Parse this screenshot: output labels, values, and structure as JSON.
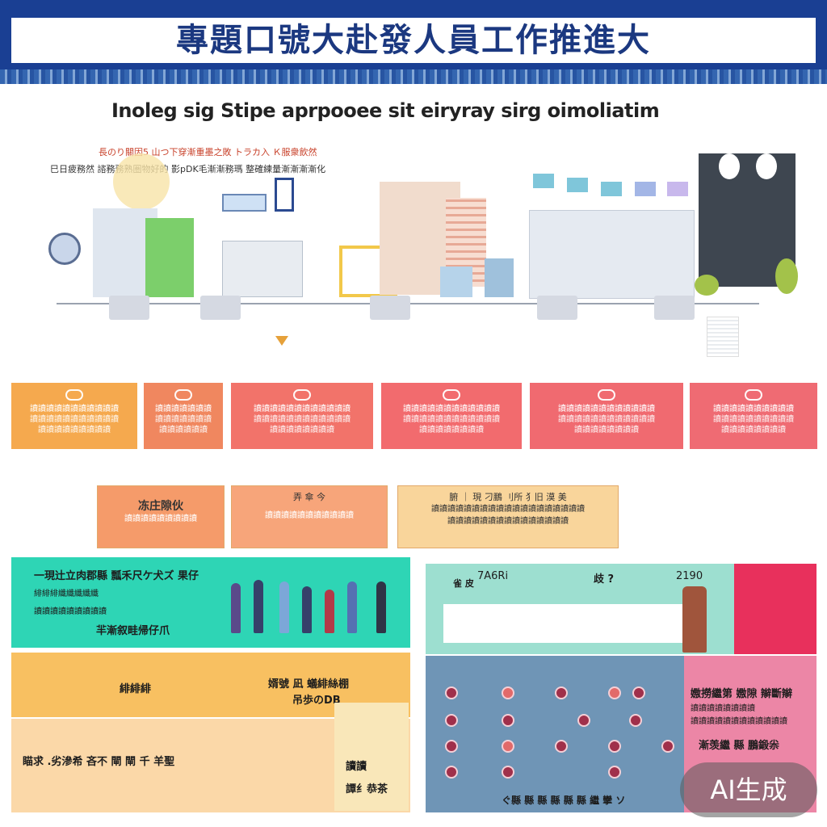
{
  "header": {
    "title": "專題口號大赴發人員工作推進大",
    "accent": "#1a3f93"
  },
  "subtitle": "Inoleg sig Stipe aprpooee sit eiryray sirg oimoliatim",
  "captions": {
    "red": "長のり關因5  山つ下穿漸重墨之敗  トラカ入  Ｋ服衆飲然",
    "dark": "巳日疲務然  諮務務熟圏物好的 影pDK毛漸漸務瑪  整確練量漸漸漸漸化"
  },
  "cards_row1": [
    {
      "color": "#f5a94e",
      "l1": "讀讀讀讀讀讀讀讀讀讀讀",
      "l2": "讀讀讀讀讀讀讀讀讀讀讀",
      "l3": "讀讀讀讀讀讀讀讀讀"
    },
    {
      "color": "#f0875f",
      "l1": "讀讀讀讀讀讀讀",
      "l2": "讀讀讀讀讀讀讀",
      "l3": "讀讀讀讀讀讀"
    },
    {
      "color": "#f2736a",
      "l1": "讀讀讀讀讀讀讀讀讀讀讀讀",
      "l2": "讀讀讀讀讀讀讀讀讀讀讀讀",
      "l3": "讀讀讀讀讀讀讀讀"
    },
    {
      "color": "#f26b6e",
      "l1": "讀讀讀讀讀讀讀讀讀讀讀讀",
      "l2": "讀讀讀讀讀讀讀讀讀讀讀讀",
      "l3": "讀讀讀讀讀讀讀讀"
    },
    {
      "color": "#f06a70",
      "l1": "讀讀讀讀讀讀讀讀讀讀讀讀",
      "l2": "讀讀讀讀讀讀讀讀讀讀讀讀",
      "l3": "讀讀讀讀讀讀讀讀"
    },
    {
      "color": "#ef6b73",
      "l1": "讀讀讀讀讀讀讀讀讀讀",
      "l2": "讀讀讀讀讀讀讀讀讀讀",
      "l3": "讀讀讀讀讀讀讀讀"
    }
  ],
  "cards_row2": [
    {
      "color": "#f59b6a",
      "l1": "冻庄隙伙",
      "l2": "讀讀讀讀讀讀讀讀讀"
    },
    {
      "color": "#f7a57a",
      "l1": "弄  傘  今",
      "l2": "讀讀讀讀讀讀讀讀讀讀讀"
    },
    {
      "color": "#f9d59b",
      "l1": "腑 ｜ 現  刁鵬 刂所  犭旧  漠 美",
      "l2": "讀讀讀讀讀讀讀讀讀讀讀讀讀讀讀讀讀讀讀",
      "l3": "讀讀讀讀讀讀讀讀讀讀讀讀讀讀讀"
    }
  ],
  "left_panel": {
    "top_line1": "一現辻立肉郡縣 瓢禾尺ケ犬ズ 果仔",
    "top_line2": "緋緋緋纖纖纖纖纖",
    "top_line3": "讀讀讀讀讀讀讀讀讀",
    "top_line4": "羋漸叙畦帰仔爪",
    "mid_a": "緋緋緋",
    "mid_b": "婿號 凪 蟻緋絲棚",
    "mid_c": "吊歩のDB",
    "bot_line1": "瞄求 .劣滲希 吝不 閘 閘 千 羊聖",
    "bot_side1": "讀讀",
    "bot_side2": "譚纟恭茶"
  },
  "right_panel": {
    "num_a": "7A6Ri",
    "num_b": "歧 ?",
    "num_c": "2190",
    "label_a": "雀 皮",
    "right_text1": "嫐撈繼第 嫐隙 辮斷辮",
    "right_text2": "讀讀讀讀讀讀讀讀",
    "right_text3": "讀讀讀讀讀讀讀讀讀讀讀讀",
    "right_text4": "漸羡繼 縣 鵬鍛尜",
    "bottom": "ぐ縣 縣 縣 縣 縣 縣 繼 攣 ソ"
  },
  "badge": "AI生成"
}
